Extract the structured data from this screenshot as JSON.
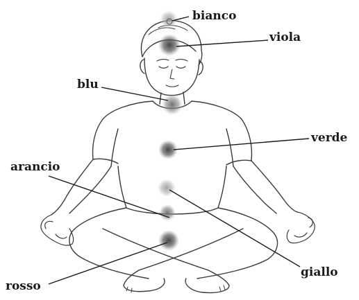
{
  "labels": {
    "bianco": "bianco",
    "viola": "viola",
    "blu": "blu",
    "verde": "verde",
    "arancio": "arancio",
    "giallo": "giallo",
    "rosso": "rosso"
  },
  "colors": {
    "line": "#1a1a1a",
    "outline": "#3a3a3a",
    "chakra_dark": "#4a4a4a",
    "chakra_light": "#a8a8a8"
  }
}
